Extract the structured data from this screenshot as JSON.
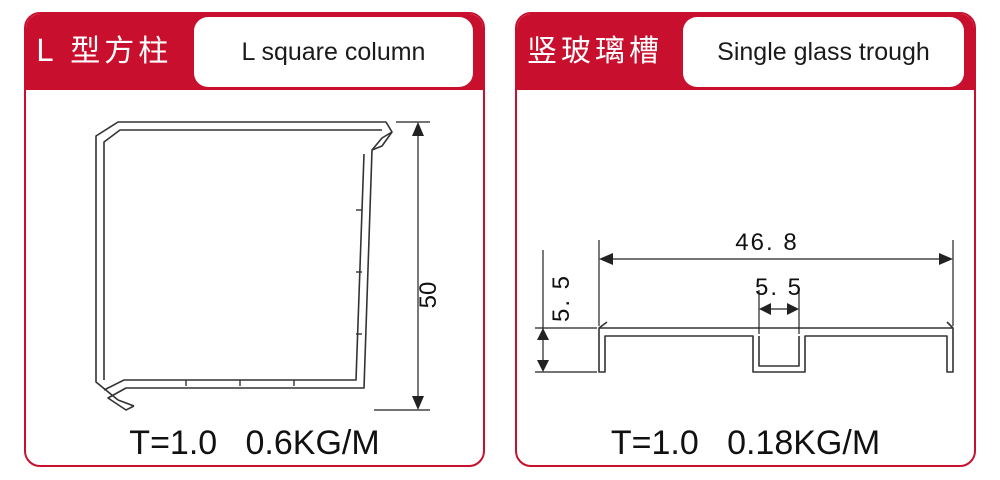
{
  "left_panel": {
    "title_cn": "L 型方柱",
    "title_en": "L square column",
    "dimension_height": "50",
    "spec": "T=1.0   0.6KG/M"
  },
  "right_panel": {
    "title_cn": "竖玻璃槽",
    "title_en": "Single glass trough",
    "dimension_width": "46. 8",
    "dimension_slot": "5. 5",
    "dimension_depth": "5. 5",
    "spec": "T=1.0   0.18KG/M"
  },
  "colors": {
    "brand_red": "#c8102e",
    "line": "#333333"
  }
}
